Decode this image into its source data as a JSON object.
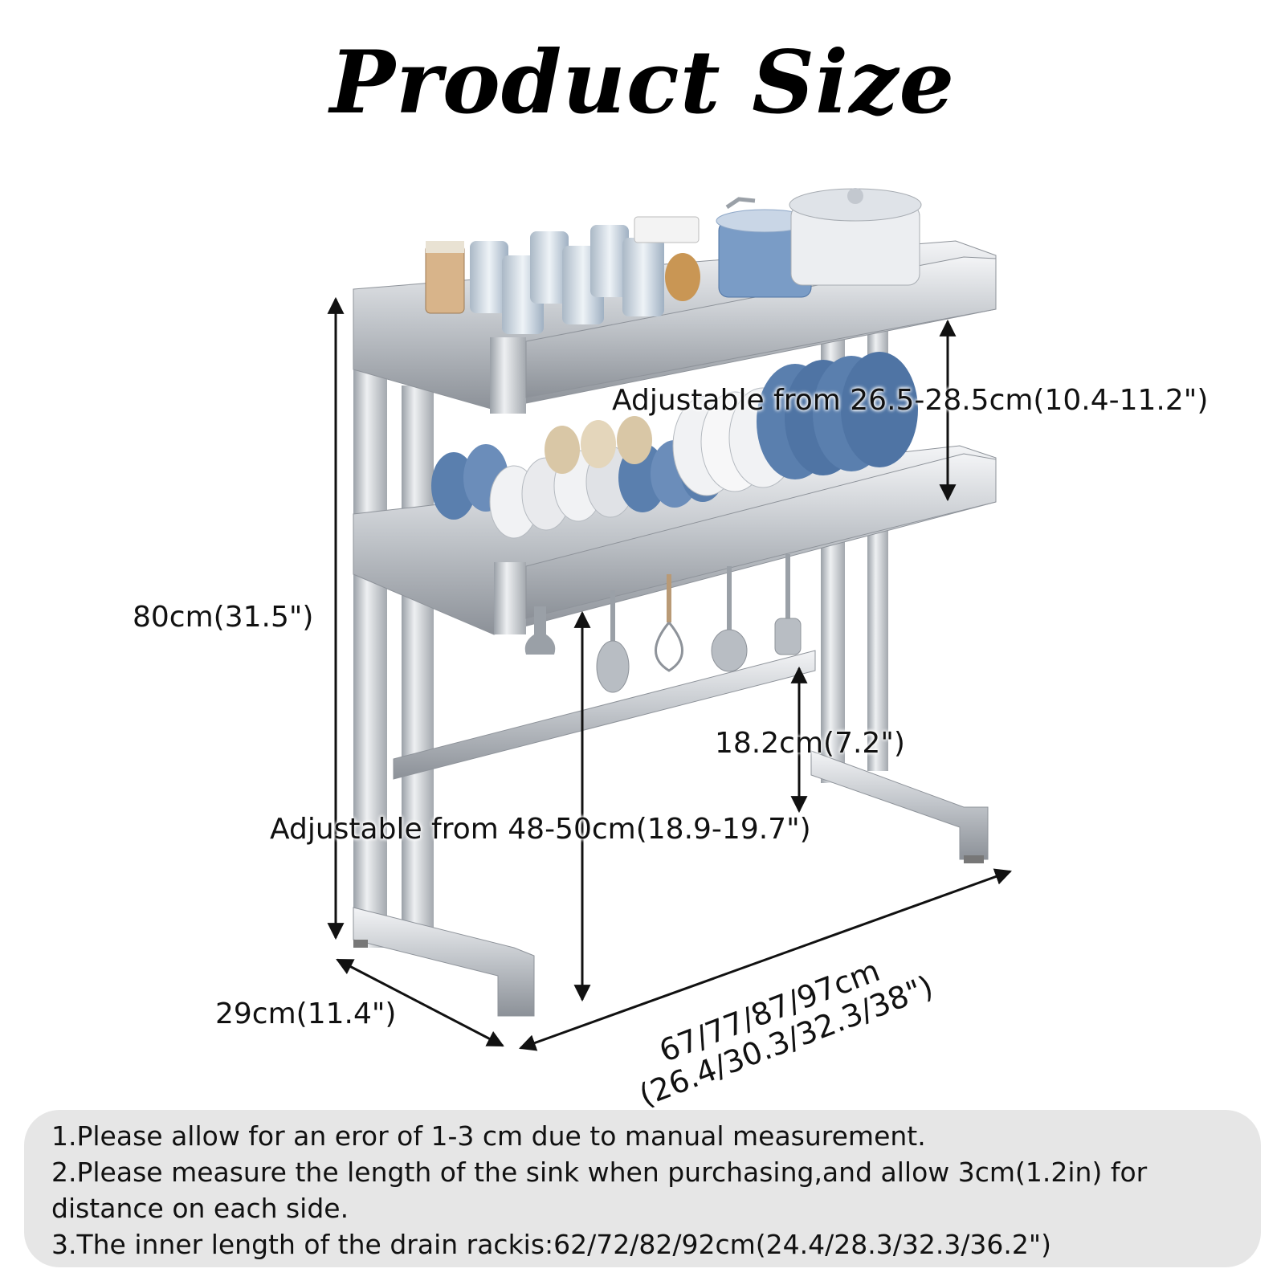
{
  "title": "Product Size",
  "dimensions": {
    "height_total": "80cm(31.5\")",
    "shelf_gap": "Adjustable from 26.5-28.5cm(10.4-11.2\")",
    "bar_gap": "18.2cm(7.2\")",
    "lower_height": "Adjustable from 48-50cm(18.9-19.7\")",
    "depth": "29cm(11.4\")",
    "length_cm": "67/77/87/97cm",
    "length_in": "(26.4/30.3/32.3/38\")"
  },
  "notes": [
    "1.Please allow for an eror of 1-3 cm due to manual measurement.",
    "2.Please measure the length of the sink when purchasing,and allow 3cm(1.2in) for",
    "distance on each side.",
    "3.The inner length of the drain rackis:62/72/82/92cm(24.4/28.3/32.3/36.2\")"
  ],
  "colors": {
    "steel": "#c9ccd1",
    "steel_dark": "#8e939a",
    "plate_blue": "#5a7fae",
    "plate_white": "#f1f2f4",
    "notes_bg": "#e6e6e6"
  },
  "icons": [
    "dish-rack-illustration",
    "dimension-arrow"
  ]
}
